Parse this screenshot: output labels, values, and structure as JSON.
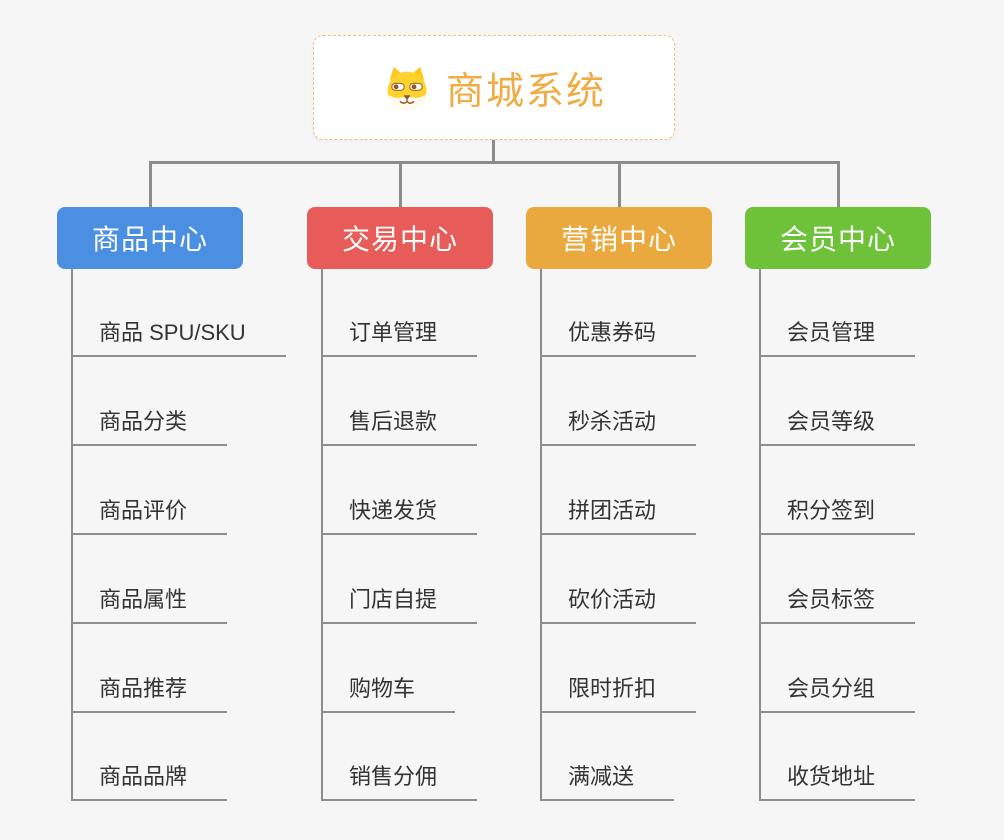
{
  "background_color": "#f6f6f6",
  "connector_color": "#8c8c8c",
  "root": {
    "title": "商城系统",
    "title_color": "#f0ac44",
    "border_color": "#f3c171",
    "icon": "shiba-dog-icon"
  },
  "branches": [
    {
      "label": "商品中心",
      "color": "#4b8fe2",
      "children": [
        "商品 SPU/SKU",
        "商品分类",
        "商品评价",
        "商品属性",
        "商品推荐",
        "商品品牌"
      ]
    },
    {
      "label": "交易中心",
      "color": "#e75c58",
      "children": [
        "订单管理",
        "售后退款",
        "快递发货",
        "门店自提",
        "购物车",
        "销售分佣"
      ]
    },
    {
      "label": "营销中心",
      "color": "#eaa93e",
      "children": [
        "优惠券码",
        "秒杀活动",
        "拼团活动",
        "砍价活动",
        "限时折扣",
        "满减送"
      ]
    },
    {
      "label": "会员中心",
      "color": "#6ec239",
      "children": [
        "会员管理",
        "会员等级",
        "积分签到",
        "会员标签",
        "会员分组",
        "收货地址"
      ]
    }
  ]
}
